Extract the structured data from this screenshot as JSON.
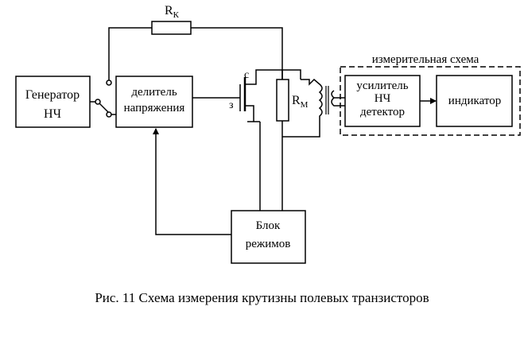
{
  "blocks": {
    "generator": [
      "Генератор",
      "НЧ"
    ],
    "divider": [
      "делитель",
      "напряжения"
    ],
    "modes": [
      "Блок",
      "режимов"
    ],
    "amplifier": [
      "усилитель",
      "НЧ",
      "детектор"
    ],
    "indicator": "индикатор"
  },
  "resistors": {
    "rk": {
      "base": "R",
      "sub": "К"
    },
    "rm": {
      "base": "R",
      "sub": "М"
    }
  },
  "transistor_pins": {
    "drain": "с",
    "gate": "з"
  },
  "measure_group_label": "измерительная схема",
  "caption": "Рис. 11 Схема измерения крутизны полевых транзисторов"
}
